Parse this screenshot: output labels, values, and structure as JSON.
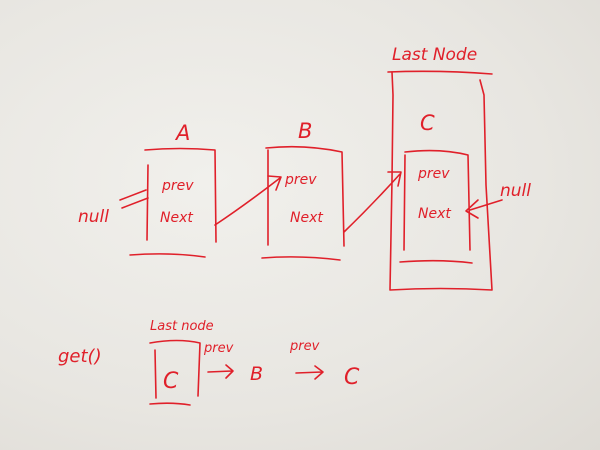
{
  "diagram": {
    "ink_color": "#e0202a",
    "paper_color": "#ecebe6",
    "last_node_caption": "Last Node",
    "nodes": [
      {
        "label": "A",
        "prev_label": "prev",
        "next_label": "Next"
      },
      {
        "label": "B",
        "prev_label": "prev",
        "next_label": "Next"
      },
      {
        "label": "C",
        "prev_label": "prev",
        "next_label": "Next"
      }
    ],
    "null_left": "null",
    "null_right": "null"
  },
  "traversal": {
    "call": "get()",
    "caption": "Last node",
    "start": "C",
    "step1_label": "prev",
    "step1_target": "B",
    "step2_label": "prev",
    "step2_target": "C"
  }
}
